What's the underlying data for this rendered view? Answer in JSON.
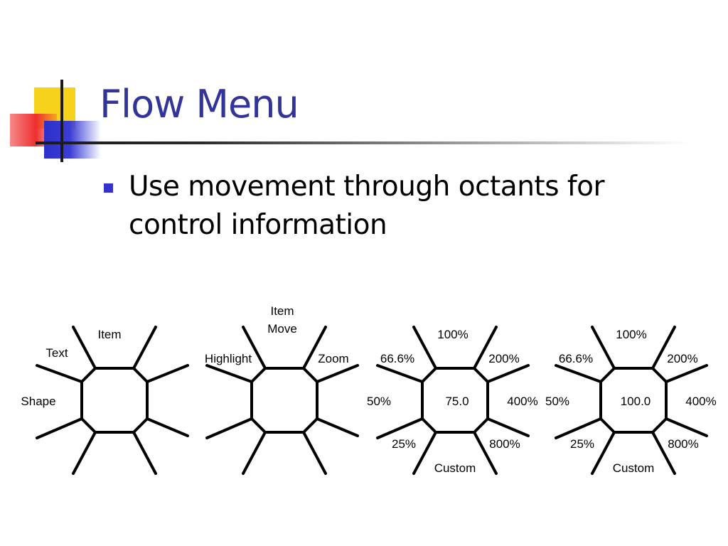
{
  "slide": {
    "title": "Flow Menu",
    "bullet": "Use movement through octants for control information"
  },
  "colors": {
    "title": "#33349a",
    "bullet": "#3333cc",
    "accent_yellow": "#f7d21b",
    "accent_red": "#ee2f2f",
    "accent_blue": "#2d2fc9"
  },
  "diagrams": [
    {
      "name": "menu-1",
      "center_label": "",
      "labels": [
        {
          "octant": "top",
          "text": "Item"
        },
        {
          "octant": "top-left",
          "text": "Text"
        },
        {
          "octant": "left",
          "text": "Shape"
        }
      ]
    },
    {
      "name": "menu-2",
      "center_label": "",
      "labels": [
        {
          "octant": "top",
          "text": "Move"
        },
        {
          "octant": "top",
          "text": "Item"
        },
        {
          "octant": "top-left",
          "text": "Highlight"
        },
        {
          "octant": "top-right",
          "text": "Zoom"
        }
      ]
    },
    {
      "name": "menu-3",
      "center_label": "75.0",
      "labels": [
        {
          "octant": "top",
          "text": "100%"
        },
        {
          "octant": "top-left",
          "text": "66.6%"
        },
        {
          "octant": "top-right",
          "text": "200%"
        },
        {
          "octant": "left",
          "text": "50%"
        },
        {
          "octant": "right",
          "text": "400%"
        },
        {
          "octant": "bottom-left",
          "text": "25%"
        },
        {
          "octant": "bottom-right",
          "text": "800%"
        },
        {
          "octant": "bottom",
          "text": "Custom"
        }
      ]
    },
    {
      "name": "menu-4",
      "center_label": "100.0",
      "labels": [
        {
          "octant": "top",
          "text": "100%"
        },
        {
          "octant": "top-left",
          "text": "66.6%"
        },
        {
          "octant": "top-right",
          "text": "200%"
        },
        {
          "octant": "left",
          "text": "50%"
        },
        {
          "octant": "right",
          "text": "400%"
        },
        {
          "octant": "bottom-left",
          "text": "25%"
        },
        {
          "octant": "bottom-right",
          "text": "800%"
        },
        {
          "octant": "bottom",
          "text": "Custom"
        }
      ]
    }
  ]
}
